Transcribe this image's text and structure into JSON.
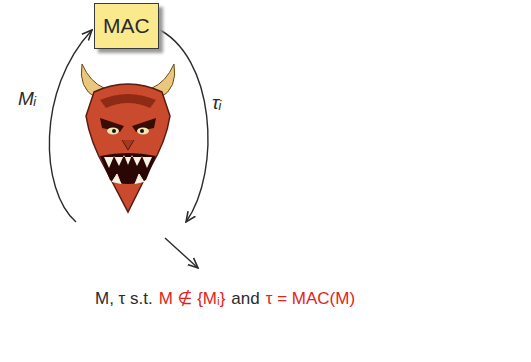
{
  "diagram": {
    "nodes": [
      {
        "text": [
          "MAC"
        ]
      }
    ],
    "edges": [],
    "labels": [
      "Mᵢ",
      "τᵢ",
      "M, τ s.t.",
      "M ∉ {Mᵢ}",
      "and",
      "τ = MAC(M)"
    ]
  }
}
